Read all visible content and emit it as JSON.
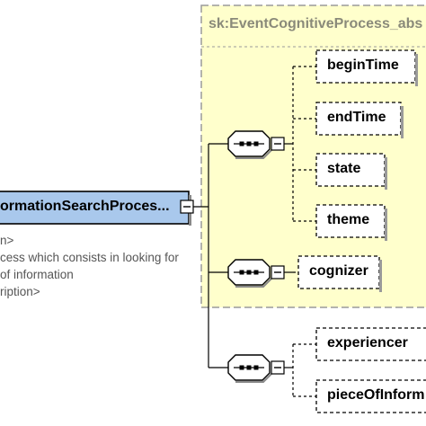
{
  "colors": {
    "type_box_fill": "#ffffcc",
    "type_box_border": "#9a9a9a",
    "root_fill": "#a9c8ec",
    "element_fill": "#ffffff",
    "line": "#000000",
    "text": "#000000",
    "doc_text": "#555555"
  },
  "root_element": {
    "name": "ormationSearchProces...",
    "doc_lines": [
      "n>",
      "cess which consists in looking for",
      "of information",
      "ription>"
    ]
  },
  "extension_type": {
    "title": "sk:EventCognitiveProcess_abs"
  },
  "groups": [
    {
      "icon": "sequence-compositor-icon",
      "children": [
        "beginTime",
        "endTime",
        "state",
        "theme"
      ]
    },
    {
      "icon": "sequence-compositor-icon",
      "children": [
        "cognizer"
      ]
    },
    {
      "icon": "sequence-compositor-icon",
      "children": [
        "experiencer",
        "pieceOfInform"
      ]
    }
  ]
}
